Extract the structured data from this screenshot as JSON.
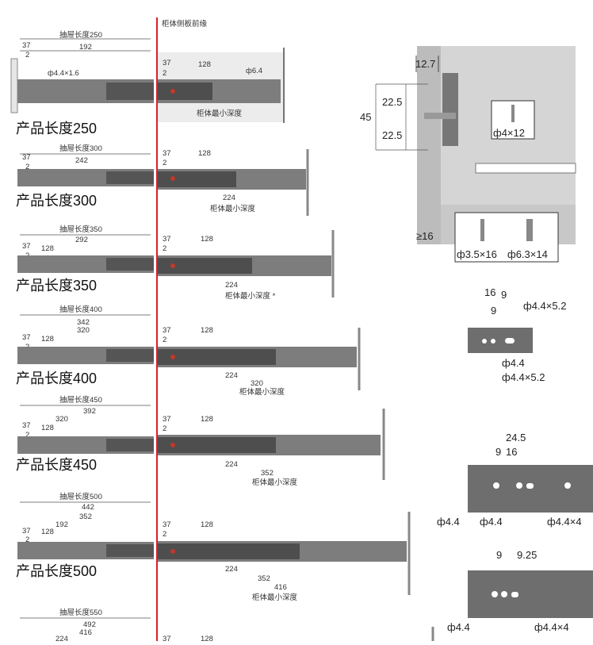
{
  "front_panel_label": "柜体侧板前缘",
  "min_depth_label": "柜体最小深度",
  "min_depth_label_350": "柜体最小深度 *",
  "common": {
    "offset_37": "37",
    "offset_2": "2",
    "spacing_128": "128",
    "hole_4_4x1_6": "ф4.4×1.6",
    "hole_6_4": "ф6.4"
  },
  "rows": [
    {
      "drawer_label": "抽屉长度250",
      "product": "产品长度250",
      "dims": [
        "192"
      ],
      "bottom": []
    },
    {
      "drawer_label": "抽屉长度300",
      "product": "产品长度300",
      "dims": [
        "242"
      ],
      "bottom": [
        "224"
      ]
    },
    {
      "drawer_label": "抽屉长度350",
      "product": "产品长度350",
      "dims": [
        "292",
        "128"
      ],
      "bottom": [
        "224"
      ]
    },
    {
      "drawer_label": "抽屉长度400",
      "product": "产品长度400",
      "dims": [
        "342",
        "320",
        "128"
      ],
      "bottom": [
        "224",
        "320"
      ]
    },
    {
      "drawer_label": "抽屉长度450",
      "product": "产品长度450",
      "dims": [
        "392",
        "320",
        "128"
      ],
      "bottom": [
        "224",
        "352"
      ]
    },
    {
      "drawer_label": "抽屉长度500",
      "product": "产品长度500",
      "dims": [
        "442",
        "352",
        "192",
        "128"
      ],
      "bottom": [
        "224",
        "352",
        "416"
      ]
    },
    {
      "drawer_label": "抽屉长度550",
      "product": "",
      "dims": [
        "492",
        "416",
        "224"
      ],
      "bottom": []
    }
  ],
  "side_detail": {
    "d_12_7": "12.7",
    "d_22_5_top": "22.5",
    "d_22_5_bottom": "22.5",
    "d_45": "45",
    "d_16": "≥16",
    "screw_4x12": "ф4×12",
    "screw_3_5x16": "ф3.5×16",
    "screw_6_3x14": "ф6.3×14"
  },
  "hole_detail_1": {
    "d16": "16",
    "d9a": "9",
    "d9b": "9",
    "slot": "ф4.4×5.2",
    "hole": "ф4.4",
    "slot2": "ф4.4×5.2"
  },
  "hole_detail_2": {
    "d24_5": "24.5",
    "d9": "9",
    "d16": "16",
    "h1": "ф4.4",
    "h2": "ф4.4",
    "h3": "ф4.4×4"
  },
  "hole_detail_3": {
    "d9": "9",
    "d9_25": "9.25",
    "h1": "ф4.4",
    "h2": "ф4.4×4"
  }
}
